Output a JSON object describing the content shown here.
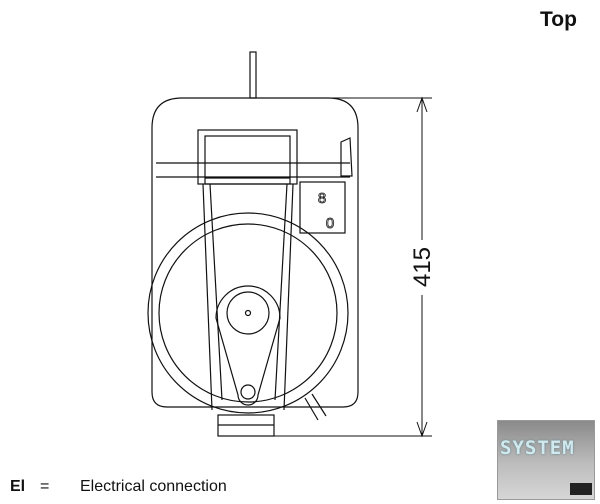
{
  "view_title": "Top",
  "dimension": {
    "value": "415"
  },
  "plate_marks": [
    "8",
    "0"
  ],
  "legend": {
    "abbr": "El",
    "equals": "=",
    "description": "Electrical connection"
  },
  "logo": {
    "text": "SYSTEM"
  }
}
